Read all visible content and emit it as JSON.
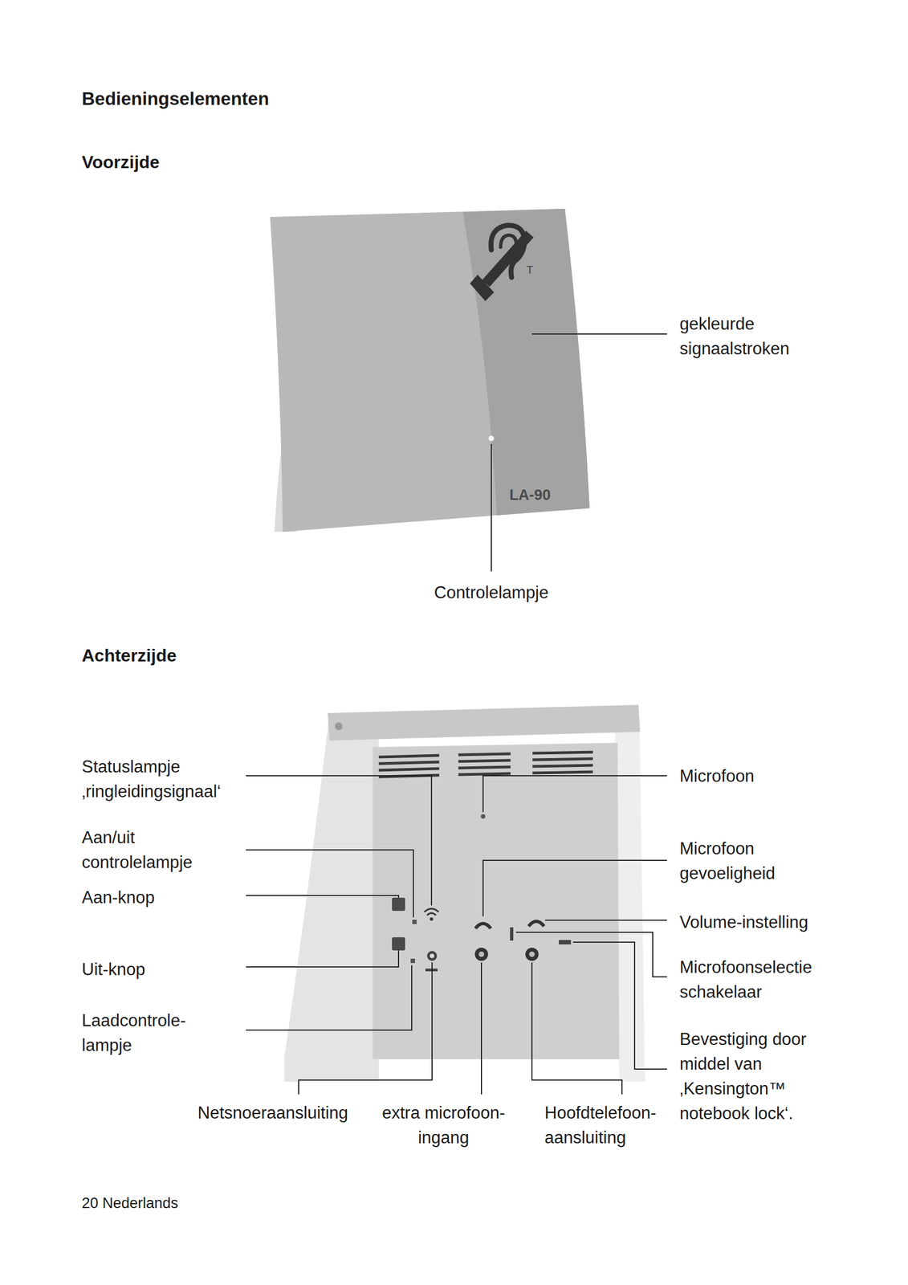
{
  "diagram": {
    "title": "Bedieningselementen",
    "labels": [
      "Voorzijde",
      "gekleurde signaalstroken",
      "LA-90",
      "T",
      "Controlelampje",
      "Achterzijde",
      "Statuslampje ‚ringleidingsignaal‘",
      "Aan/uit controlelampje",
      "Aan-knop",
      "Uit-knop",
      "Laadcontrole- lampje",
      "Microfoon",
      "Microfoon gevoeligheid",
      "Volume-instelling",
      "Microfoonselectie schakelaar",
      "Bevestiging door middel van ‚Kensington™ notebook lock‘.",
      "Netsnoeraansluiting",
      "extra microfoon- ingang",
      "Hoofdtelefoon- aansluiting",
      "20 Nederlands"
    ]
  }
}
